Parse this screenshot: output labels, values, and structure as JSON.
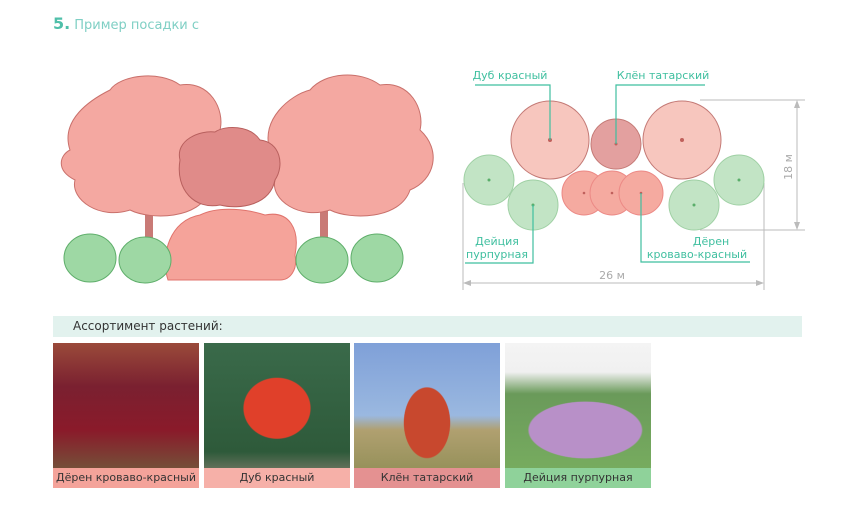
{
  "header": {
    "number": "5.",
    "title": "Пример посадки с"
  },
  "diagram": {
    "labels": {
      "oak": "Дуб красный",
      "maple": "Клён татарский",
      "deutzia_1": "Дейция",
      "deutzia_2": "пурпурная",
      "dogwood_1": "Дёрен",
      "dogwood_2": "кроваво-красный"
    },
    "width_label": "26 м",
    "height_label": "18 м"
  },
  "colors": {
    "accent": "#4fbfa9",
    "oak": "#f6c4bc",
    "maple": "#e09a98",
    "dogwood": "#f5a89e",
    "deutzia": "#bfe3c3"
  },
  "assortment": {
    "title": "Ассортимент растений:",
    "items": [
      {
        "name": "Дёрен кроваво-красный",
        "color": "#f4a39a"
      },
      {
        "name": "Дуб красный",
        "color": "#f6b0a8"
      },
      {
        "name": "Клён татарский",
        "color": "#e49191"
      },
      {
        "name": "Дейция пурпурная",
        "color": "#8fd29a"
      }
    ]
  }
}
